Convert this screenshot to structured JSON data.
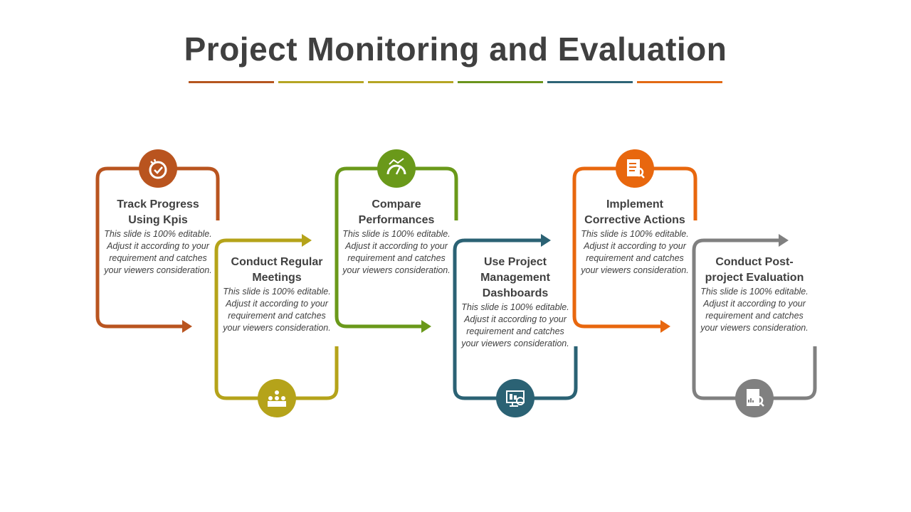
{
  "title": "Project Monitoring and Evaluation",
  "underline_colors": [
    "#B5561F",
    "#B5A524",
    "#B5A524",
    "#6B941C",
    "#2E6476",
    "#E26A14"
  ],
  "steps": [
    {
      "title": "Track Progress Using Kpis",
      "desc": "This slide is 100% editable. Adjust it according to your requirement and catches your viewers consideration.",
      "color": "#B9541F",
      "icon": "stopwatch-check-icon"
    },
    {
      "title": "Conduct Regular Meetings",
      "desc": "This slide is 100% editable. Adjust it according to your requirement and catches your viewers consideration.",
      "color": "#B5A31A",
      "icon": "team-meeting-icon"
    },
    {
      "title": "Compare Performances",
      "desc": "This slide is 100% editable. Adjust it according to your requirement and catches your viewers consideration.",
      "color": "#6A991A",
      "icon": "performance-gauge-icon"
    },
    {
      "title": "Use Project Management Dashboards",
      "desc": "This slide is 100% editable. Adjust it according to your requirement and catches your viewers consideration.",
      "color": "#2B6274",
      "icon": "dashboard-monitor-icon"
    },
    {
      "title": "Implement Corrective Actions",
      "desc": "This slide is 100% editable. Adjust it according to your requirement and catches your viewers consideration.",
      "color": "#E8670E",
      "icon": "checklist-search-icon"
    },
    {
      "title": "Conduct Post-project Evaluation",
      "desc": "This slide is 100% editable. Adjust it according to your requirement and catches your viewers consideration.",
      "color": "#808080",
      "icon": "report-gears-icon"
    }
  ]
}
